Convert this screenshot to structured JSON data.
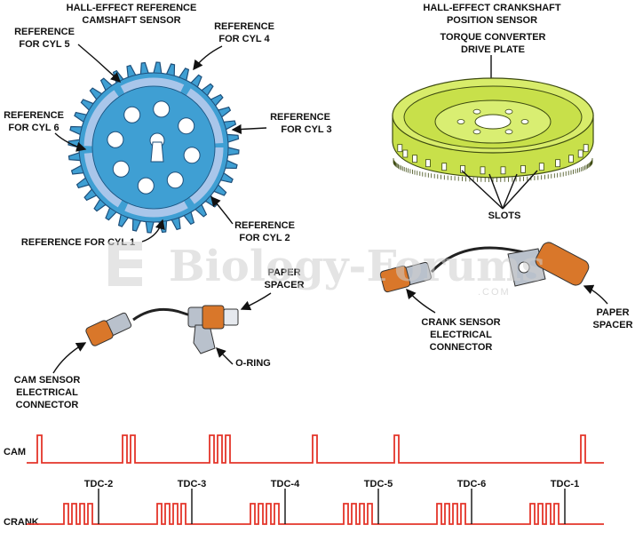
{
  "camshaft_sensor": {
    "title_line1": "HALL-EFFECT REFERENCE",
    "title_line2": "CAMSHAFT SENSOR",
    "ref_cyl5_l1": "REFERENCE",
    "ref_cyl5_l2": "FOR CYL 5",
    "ref_cyl4_l1": "REFERENCE",
    "ref_cyl4_l2": "FOR CYL 4",
    "ref_cyl6_l1": "REFERENCE",
    "ref_cyl6_l2": "FOR CYL 6",
    "ref_cyl3_l1": "REFERENCE",
    "ref_cyl3_l2": "FOR CYL 3",
    "ref_cyl2_l1": "REFERENCE",
    "ref_cyl2_l2": "FOR CYL 2",
    "ref_cyl1": "REFERENCE FOR CYL 1",
    "paper_spacer_l1": "PAPER",
    "paper_spacer_l2": "SPACER",
    "o_ring": "O-RING",
    "connector_l1": "CAM SENSOR",
    "connector_l2": "ELECTRICAL",
    "connector_l3": "CONNECTOR"
  },
  "crankshaft_sensor": {
    "title_line1": "HALL-EFFECT CRANKSHAFT",
    "title_line2": "POSITION SENSOR",
    "plate_l1": "TORQUE CONVERTER",
    "plate_l2": "DRIVE PLATE",
    "slots": "SLOTS",
    "connector_l1": "CRANK SENSOR",
    "connector_l2": "ELECTRICAL",
    "connector_l3": "CONNECTOR",
    "paper_spacer_l1": "PAPER",
    "paper_spacer_l2": "SPACER"
  },
  "waveforms": {
    "cam_label": "CAM",
    "crank_label": "CRANK",
    "tdc_labels": [
      "TDC-2",
      "TDC-3",
      "TDC-4",
      "TDC-5",
      "TDC-6",
      "TDC-1"
    ],
    "cam_pulse_groups": [
      1,
      2,
      3,
      1,
      1,
      1
    ],
    "crank_pulses_per_group": 4
  },
  "watermark": {
    "text": "Biology-Forums",
    "suffix": ".COM"
  },
  "colors": {
    "gear_blue": "#3f9fd3",
    "gear_light": "#a9c6ea",
    "plate_yellow": "#c8e04a",
    "sensor_orange": "#d9772a",
    "signal_red": "#e4352a"
  }
}
